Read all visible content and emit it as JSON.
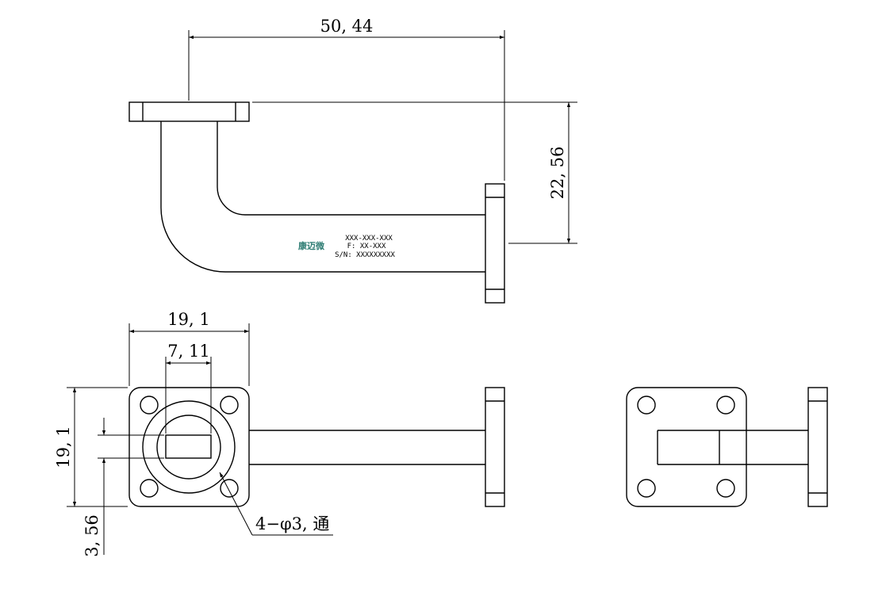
{
  "dimensions": {
    "top_length": "50, 44",
    "right_height": "22, 56",
    "flange_width": "19, 1",
    "aperture_width": "7, 11",
    "flange_height": "19, 1",
    "offset": "3, 56",
    "hole_callout": "4−φ3, 通"
  },
  "label": {
    "logo": "康迈微",
    "part_number": "XXX-XXX-XXX",
    "frequency": "F: XX-XXX",
    "serial": "S/N: XXXXXXXXX"
  },
  "colors": {
    "line": "#000000",
    "logo": "#2f7d74"
  }
}
